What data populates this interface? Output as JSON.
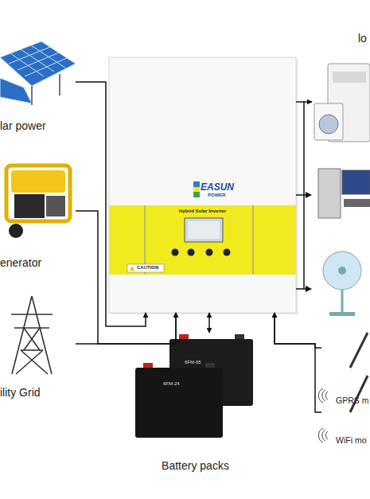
{
  "diagram": {
    "nodes": [
      {
        "text": [
          "lar power"
        ]
      },
      {
        "text": [
          "enerator"
        ]
      },
      {
        "text": [
          "ility Grid"
        ]
      },
      {
        "text": [
          "Hybrid Solar Inverter"
        ]
      },
      {
        "text": [
          "Battery packs"
        ]
      },
      {
        "text": [
          "lo"
        ]
      },
      {
        "text": [
          "GPRS m"
        ]
      },
      {
        "text": [
          "WiFi mo"
        ]
      }
    ],
    "edges": [
      {
        "from": 0,
        "to": 3,
        "arrow": "to"
      },
      {
        "from": 1,
        "to": 3,
        "arrow": "to"
      },
      {
        "from": 2,
        "to": 3,
        "arrow": "to"
      },
      {
        "from": 3,
        "to": 4,
        "arrow": "both"
      },
      {
        "from": 3,
        "to": 5,
        "arrow": "to"
      },
      {
        "from": 6,
        "to": 3,
        "arrow": "to"
      },
      {
        "from": 7,
        "to": 3,
        "arrow": "to"
      }
    ],
    "labels": [
      "EASUN",
      "POWER",
      "CAUTION",
      "6FM-65",
      "6FM-24"
    ]
  }
}
